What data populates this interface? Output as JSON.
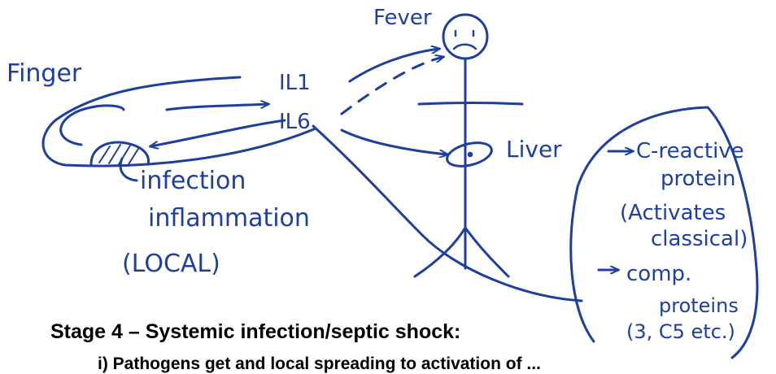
{
  "labels": {
    "finger": "Finger",
    "fever": "Fever",
    "il1": "IL1",
    "il6": "IL6",
    "liver": "Liver",
    "infection": "infection",
    "inflammation": "inflammation",
    "local": "(LOCAL)",
    "crp_1": "C-reactive",
    "crp_2": "protein",
    "activates_1": "(Activates",
    "activates_2": "classical)",
    "comp_1": "comp.",
    "comp_2": "proteins",
    "comp_3": "(3, C5 etc.)"
  },
  "caption": "Stage 4 – Systemic infection/septic shock:",
  "cut_line": "i) Pathogens get and local spreading to activation of ..."
}
